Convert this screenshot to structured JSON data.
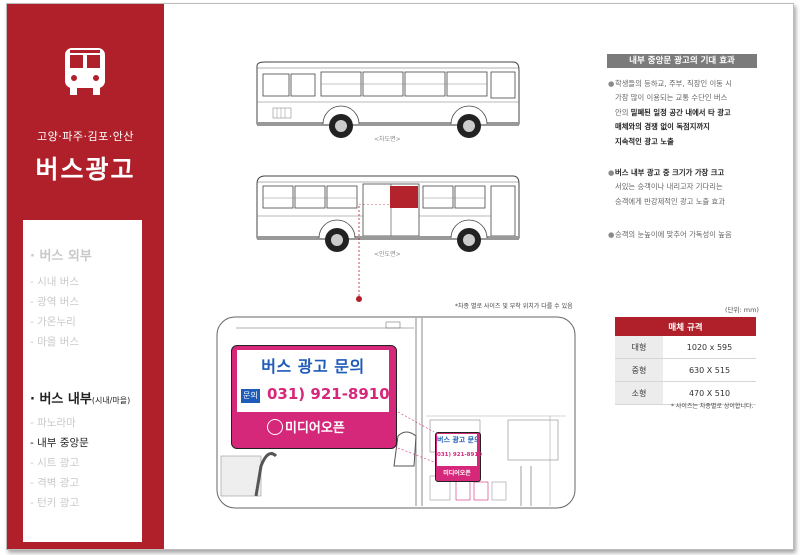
{
  "sidebar": {
    "region": "고양·파주·김포·안산",
    "title": "버스광고",
    "menu": {
      "exterior_header": "· 버스 외부",
      "exterior_items": [
        "- 시내 버스",
        "- 광역 버스",
        "- 가온누리",
        "- 마을 버스"
      ],
      "interior_header": "· 버스 내부",
      "interior_header_sub": "(시내/마을)",
      "interior_items": [
        "- 파노라마",
        "- 내부 중앙문",
        "- 시트 광고",
        "- 격벽 광고",
        "- 턴키 광고"
      ]
    }
  },
  "diagram": {
    "top_caption": "<차도면>",
    "middle_caption": "<인도면>",
    "interior_note": "*차종 별로 사이즈 및 부착 위치가 다를 수 있음"
  },
  "ad_sample": {
    "line1": "버스 광고 문의",
    "tag": "문의",
    "phone": "031) 921-8910",
    "brand": "미디어오픈"
  },
  "effects": {
    "header": "내부 중앙문 광고의 기대 효과",
    "para1": [
      "학생들의 등하교, 주부, 직장인 이동 시",
      "가장 많이 이용되는 교통 수단인 버스"
    ],
    "para1_mid_normal": "안의 ",
    "para1_bold": [
      "밀폐된 일정 공간 내에서 타 광고",
      "매체와의 경쟁 없이 독점지까지",
      "지속적인 광고 노출"
    ],
    "para2_bold": "버스 내부 광고 중 크기가 가장 크고",
    "para2": [
      "서있는 승객이나 내리고자 기다리는",
      "승객에게 반강제적인 광고 노출 효과"
    ],
    "para3": "승객의 눈높이에 맞추어 가독성이 높음"
  },
  "spec": {
    "unit": "(단위: mm)",
    "header": "매체 규격",
    "rows": [
      {
        "name": "대형",
        "size": "1020 x 595"
      },
      {
        "name": "중형",
        "size": "630 X 515"
      },
      {
        "name": "소형",
        "size": "470 X 510"
      }
    ],
    "note": "* 사이즈는 차종별로 상이합니다."
  },
  "colors": {
    "accent": "#b0202a",
    "ad_pink": "#d6287a",
    "ad_blue": "#1f5bb8"
  }
}
